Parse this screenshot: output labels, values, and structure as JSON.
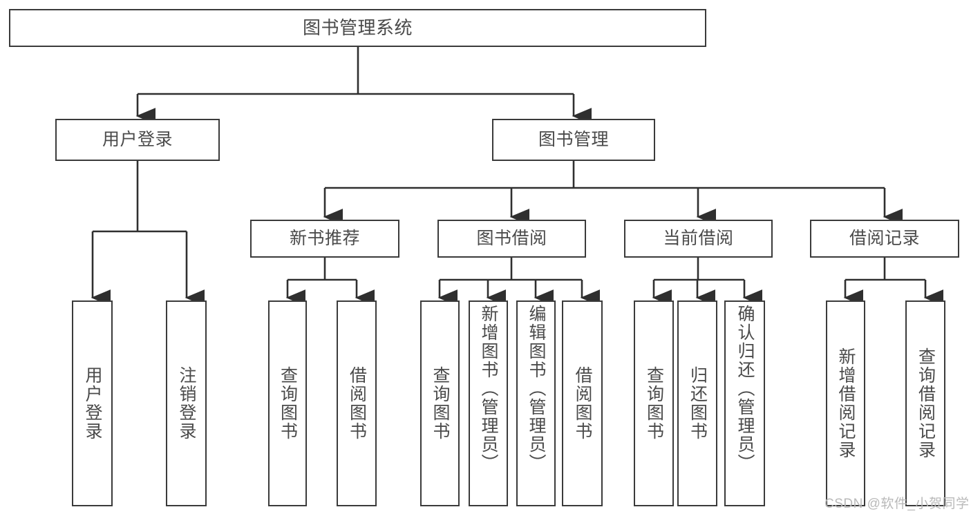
{
  "diagram": {
    "title": "图书管理系统",
    "type": "functional-decomposition-tree",
    "levels": 4,
    "root": {
      "label": "图书管理系统"
    },
    "level2": [
      {
        "label": "用户登录"
      },
      {
        "label": "图书管理"
      }
    ],
    "level3": [
      {
        "label": "新书推荐",
        "parent": "图书管理"
      },
      {
        "label": "图书借阅",
        "parent": "图书管理"
      },
      {
        "label": "当前借阅",
        "parent": "图书管理"
      },
      {
        "label": "借阅记录",
        "parent": "图书管理"
      }
    ],
    "leaves": {
      "user_login": [
        {
          "label": "用户登录"
        },
        {
          "label": "注销登录"
        }
      ],
      "new_book_recommend": [
        {
          "label": "查询图书"
        },
        {
          "label": "借阅图书"
        }
      ],
      "book_borrow": [
        {
          "label": "查询图书"
        },
        {
          "label": "新增图书（管理员）"
        },
        {
          "label": "编辑图书（管理员）"
        },
        {
          "label": "借阅图书"
        }
      ],
      "current_borrow": [
        {
          "label": "查询图书"
        },
        {
          "label": "归还图书"
        },
        {
          "label": "确认归还（管理员）"
        }
      ],
      "borrow_record": [
        {
          "label": "新增借阅记录"
        },
        {
          "label": "查询借阅记录"
        }
      ]
    }
  },
  "watermark": {
    "text": "CSDN @软件_小贺同学"
  },
  "colors": {
    "box_border": "#3a3a3a",
    "box_fill": "#ffffff",
    "text": "#4a4a4a",
    "connector": "#2f2f2f",
    "watermark": "#b9b9b9",
    "background": "#ffffff"
  }
}
